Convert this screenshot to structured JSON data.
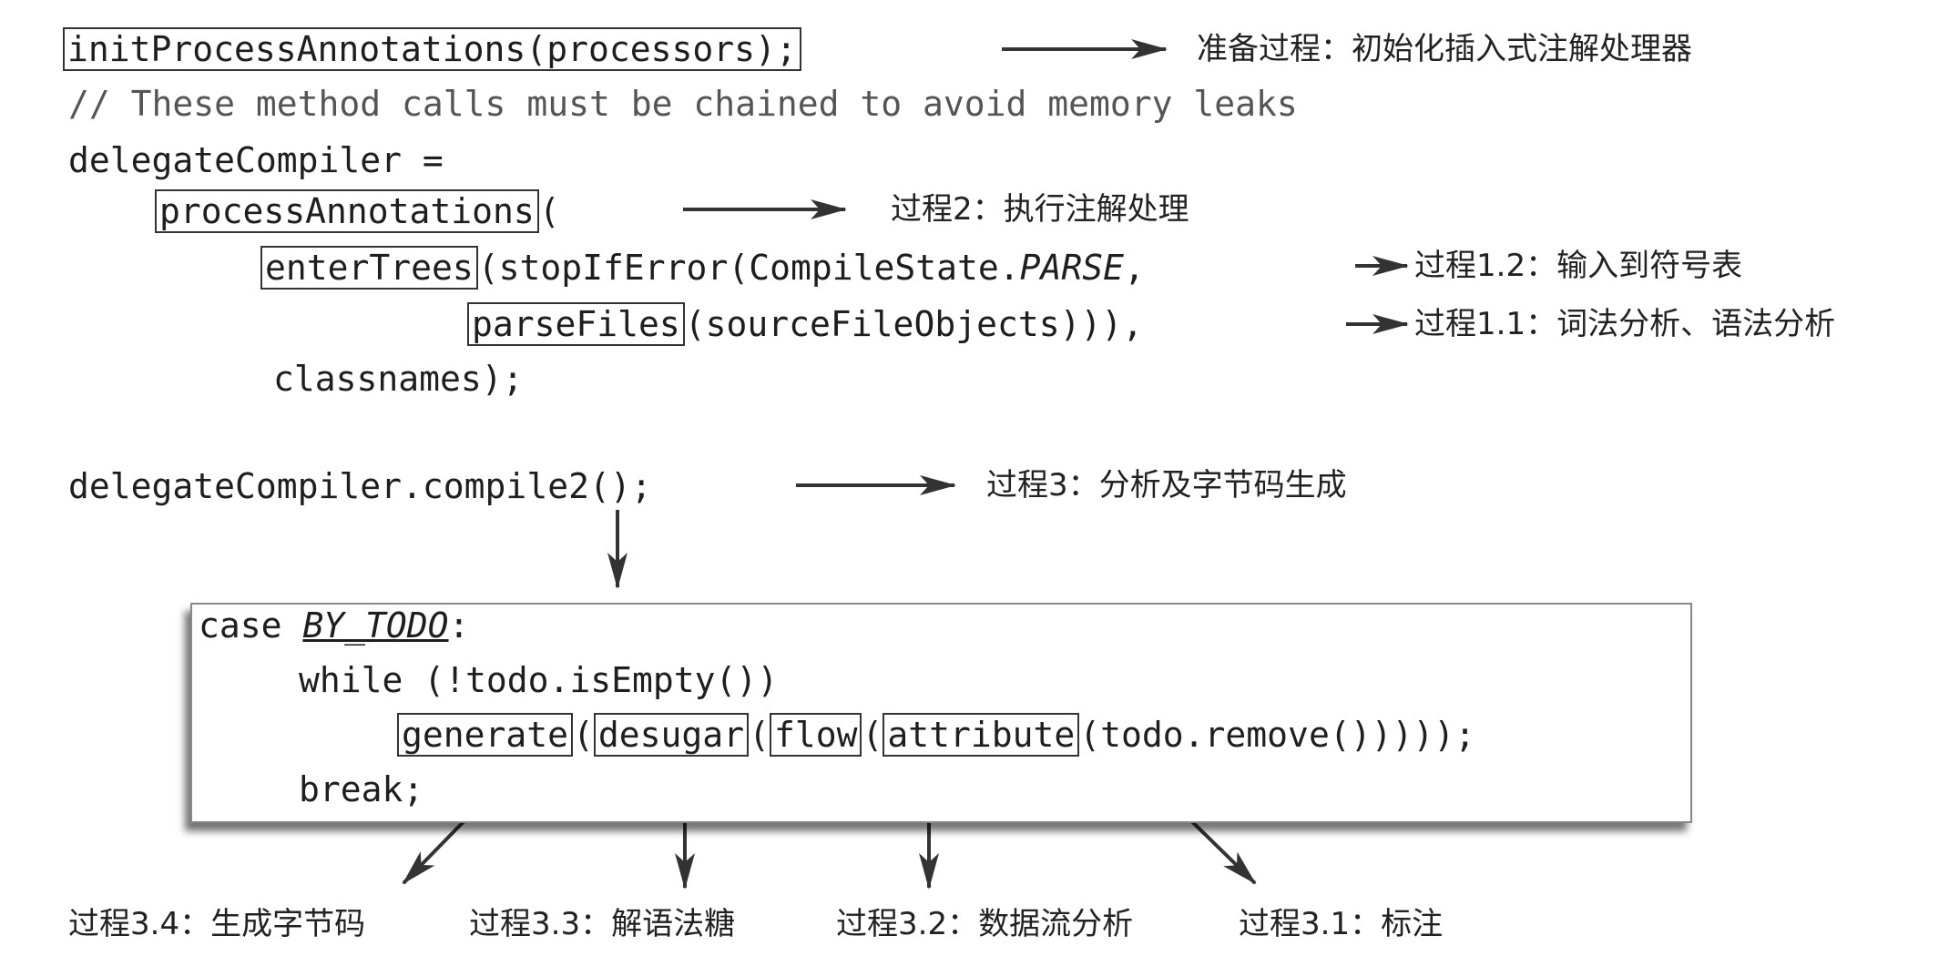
{
  "code": {
    "line1": "initProcessAnnotations(processors);",
    "comment": "// These method calls must be chained to avoid memory leaks",
    "line3": "delegateCompiler =",
    "process_annotations": "processAnnotations",
    "open_paren": "(",
    "enter_trees": "enterTrees",
    "enter_trees_rest_a": "(stopIfError(CompileState.",
    "enter_trees_parse": "PARSE",
    "enter_trees_rest_b": ",",
    "parse_files": "parseFiles",
    "parse_files_rest": "(sourceFileObjects))),",
    "classnames": "classnames);",
    "compile2": "delegateCompiler.compile2();",
    "case_kw": "case ",
    "case_const": "BY_TODO",
    "case_colon": ":",
    "while_line": "while (!todo.isEmpty())",
    "generate": "generate",
    "desugar": "desugar",
    "flow": "flow",
    "attribute": "attribute",
    "generate_tail": "(todo.remove()))));",
    "break_line": "break;"
  },
  "notes": {
    "prep": "准备过程：初始化插入式注解处理器",
    "p2": "过程2：执行注解处理",
    "p12": "过程1.2：输入到符号表",
    "p11": "过程1.1：词法分析、语法分析",
    "p3": "过程3：分析及字节码生成",
    "p34": "过程3.4：生成字节码",
    "p33": "过程3.3：解语法糖",
    "p32": "过程3.2：数据流分析",
    "p31": "过程3.1：标注"
  }
}
